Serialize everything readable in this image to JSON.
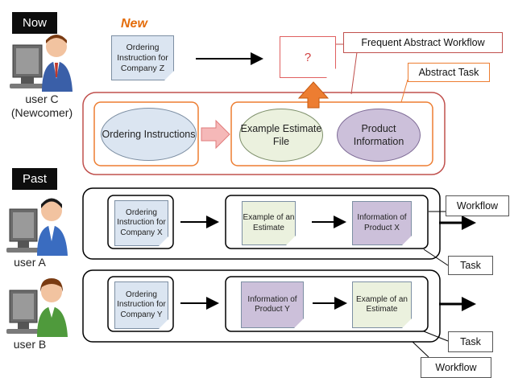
{
  "tags": {
    "now": "Now",
    "past": "Past"
  },
  "new_label": "New",
  "users": {
    "c": {
      "name": "user C",
      "note": "(Newcomer)"
    },
    "a": {
      "name": "user A"
    },
    "b": {
      "name": "user B"
    }
  },
  "now_row": {
    "doc_z": "Ordering Instruction for Company Z",
    "unknown": "?",
    "ellipse_ordering": "Ordering Instructions",
    "ellipse_estimate": "Example Estimate File",
    "ellipse_product": "Product Information",
    "callout_frequent": "Frequent Abstract Workflow",
    "callout_abstract": "Abstract Task"
  },
  "row_a": {
    "doc_x": "Ordering Instruction for Company X",
    "doc_estimate": "Example of an Estimate",
    "doc_product": "Information of Product X",
    "callout_workflow": "Workflow",
    "callout_task": "Task"
  },
  "row_b": {
    "doc_y": "Ordering Instruction for Company Y",
    "doc_product": "Information of Product Y",
    "doc_estimate": "Example of an Estimate",
    "callout_task": "Task",
    "callout_workflow": "Workflow"
  },
  "colors": {
    "orange": "#ed7d31",
    "red": "#c0504d",
    "doc_blue": "#dbe5f1",
    "doc_green": "#ebf1de",
    "doc_purple": "#ccc0da",
    "new_text": "#e46c0a"
  }
}
